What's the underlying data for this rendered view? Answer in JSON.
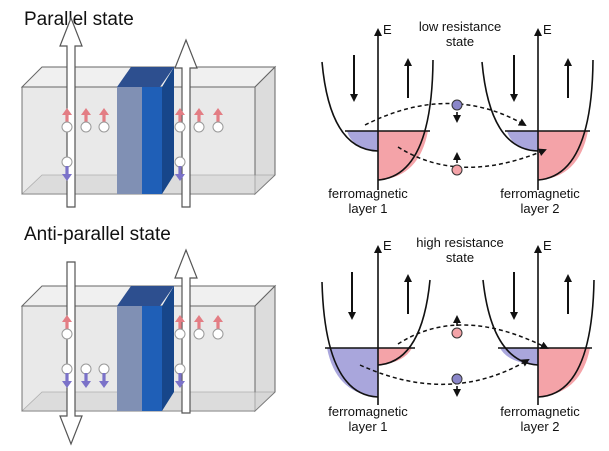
{
  "panels": {
    "parallel": {
      "title": "Parallel state"
    },
    "antiparallel": {
      "title": "Anti-parallel state"
    }
  },
  "bands": {
    "top": {
      "state_line1": "low resistance",
      "state_line2": "state",
      "axis_label": "E",
      "left_layer": {
        "line1": "ferromagnetic",
        "line2": "layer 1"
      },
      "right_layer": {
        "line1": "ferromagnetic",
        "line2": "layer 2"
      }
    },
    "bottom": {
      "state_line1": "high resistance",
      "state_line2": "state",
      "axis_label": "E",
      "left_layer": {
        "line1": "ferromagnetic",
        "line2": "layer 1"
      },
      "right_layer": {
        "line1": "ferromagnetic",
        "line2": "layer 2"
      }
    }
  },
  "colors": {
    "spin_up": "#e37d84",
    "spin_down": "#7b72c9",
    "band_up_fill": "#f4a3a8",
    "band_down_fill": "#a9a6dc",
    "barrier_dark": "#1f5fb7",
    "barrier_light": "#7f8fb3",
    "box_fill": "#e7e7e7"
  }
}
